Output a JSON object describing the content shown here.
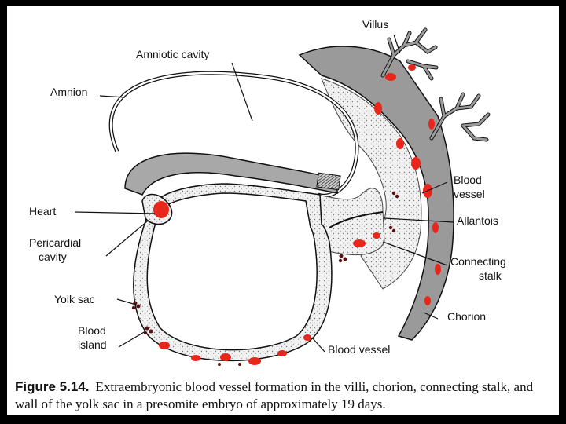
{
  "labels": {
    "villus": "Villus",
    "amniotic_cavity": "Amniotic cavity",
    "amnion": "Amnion",
    "heart": "Heart",
    "pericardial_cavity_1": "Pericardial",
    "pericardial_cavity_2": "cavity",
    "yolk_sac": "Yolk sac",
    "blood_island_1": "Blood",
    "blood_island_2": "island",
    "blood_vessel_right_1": "Blood",
    "blood_vessel_right_2": "vessel",
    "allantois": "Allantois",
    "connecting_stalk_1": "Connecting",
    "connecting_stalk_2": "stalk",
    "chorion": "Chorion",
    "blood_vessel_bottom": "Blood vessel"
  },
  "caption": {
    "number": "Figure 5.14.",
    "text": "Extraembryonic blood vessel formation in the villi, chorion, connecting stalk, and wall of the yolk sac in a presomite embryo of approximately 19 days."
  },
  "colors": {
    "background": "#000000",
    "panel": "#ffffff",
    "blood": "#e8261c",
    "chorion_gray": "#9a9a9a",
    "mesoderm_stipple": "#e2e2e2",
    "outline": "#111111"
  }
}
